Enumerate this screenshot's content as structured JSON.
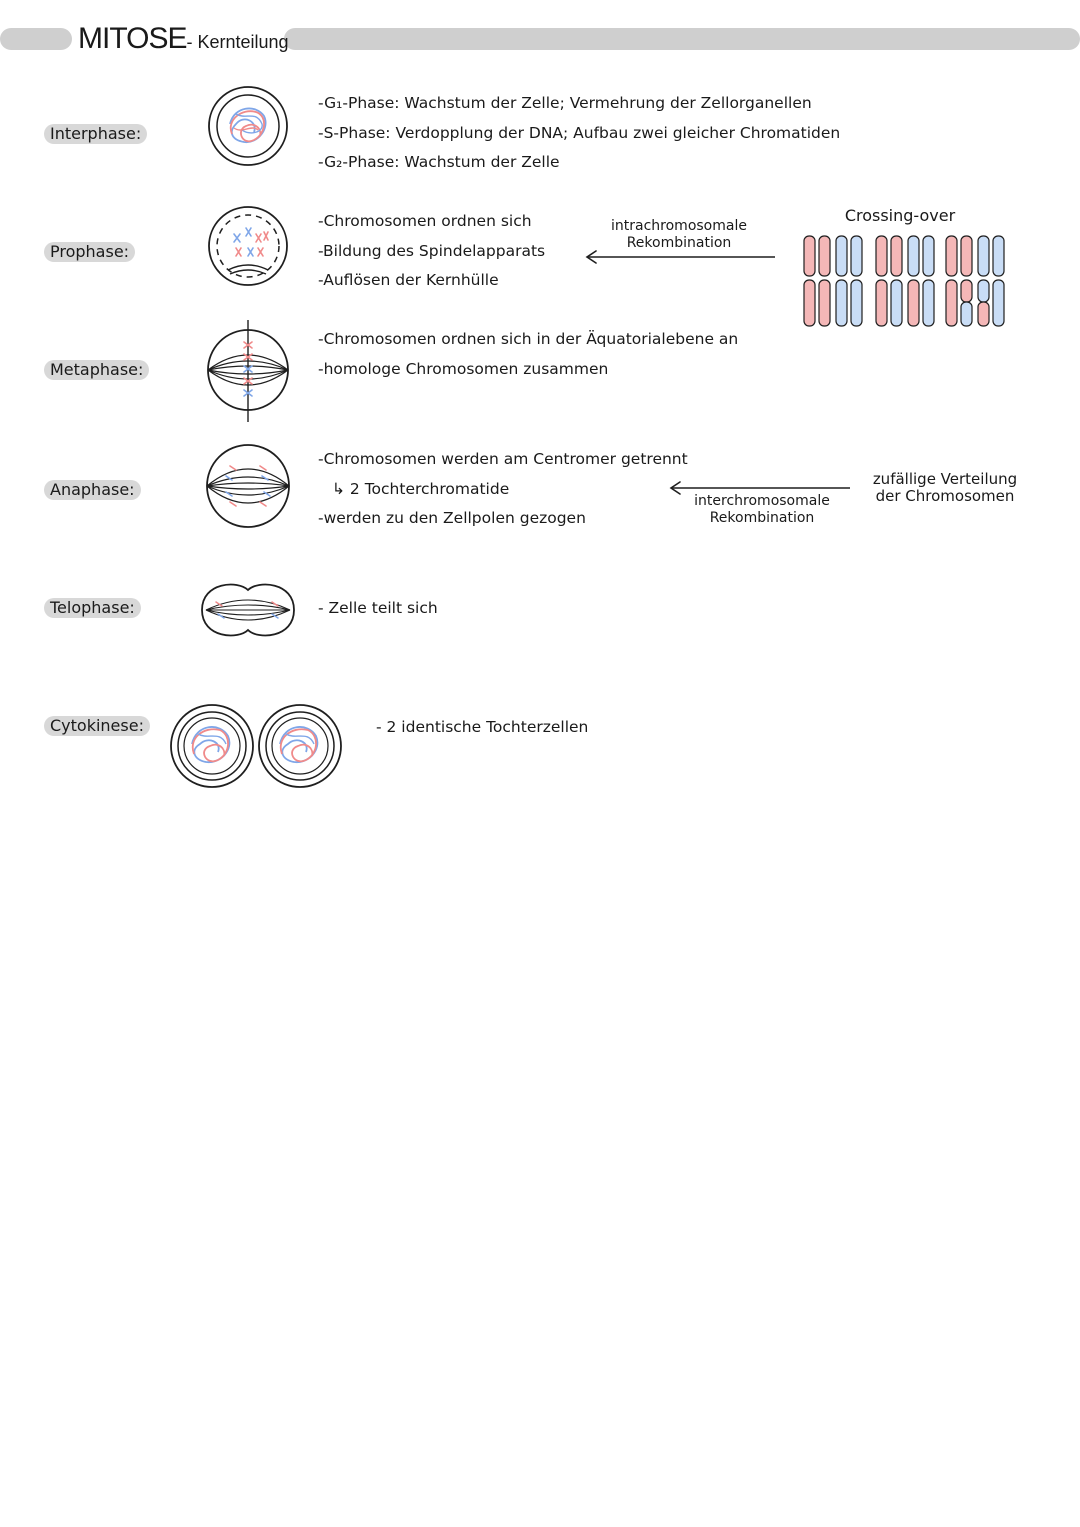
{
  "header": {
    "title": "MITOSE",
    "subtitle": "- Kernteilung"
  },
  "phases": [
    {
      "label": "Interphase:",
      "lines": [
        "-G₁-Phase: Wachstum der Zelle; Vermehrung der Zellorganellen",
        "-S-Phase: Verdopplung der DNA; Aufbau zwei gleicher Chromatiden",
        "-G₂-Phase: Wachstum der Zelle"
      ]
    },
    {
      "label": "Prophase:",
      "lines": [
        "-Chromosomen ordnen sich",
        "-Bildung des Spindelapparats",
        "-Auflösen der Kernhülle"
      ]
    },
    {
      "label": "Metaphase:",
      "lines": [
        "-Chromosomen ordnen sich in der Äquatorialebene an",
        "-homologe Chromosomen zusammen"
      ]
    },
    {
      "label": "Anaphase:",
      "lines": [
        "-Chromosomen werden am Centromer getrennt",
        "↳ 2 Tochterchromatide",
        "-werden zu den Zellpolen gezogen"
      ]
    },
    {
      "label": "Telophase:",
      "lines": [
        "- Zelle teilt sich"
      ]
    },
    {
      "label": "Cytokinese:",
      "lines": [
        "- 2 identische Tochterzellen"
      ]
    }
  ],
  "annotations": {
    "intra": {
      "line1": "intrachromosomale",
      "line2": "Rekombination"
    },
    "crossing": "Crossing-over",
    "inter": {
      "line1": "interchromosomale",
      "line2": "Rekombination"
    },
    "random": {
      "line1": "zufällige Verteilung",
      "line2": "der Chromosomen"
    }
  },
  "colors": {
    "red": "#f08a8a",
    "blue": "#7fa6e8",
    "ink": "#1f1f1f",
    "pink_fill": "#f4b7b7",
    "blue_fill": "#c9ddf6",
    "bar": "#cfcfcf",
    "label_bg": "#d8d8d8"
  }
}
